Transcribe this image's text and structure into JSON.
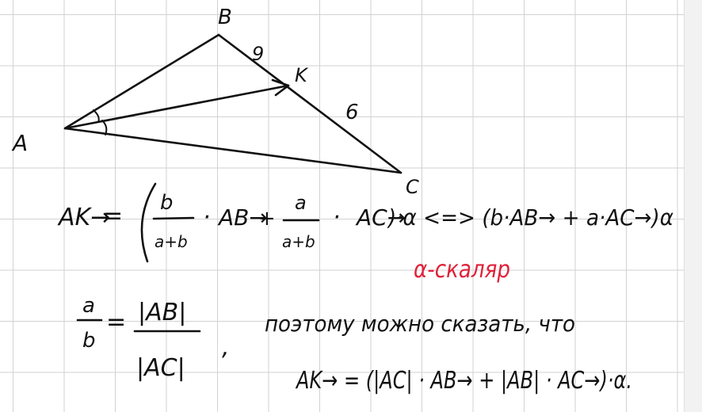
{
  "colors": {
    "ink": "#111111",
    "accent": "#e0213a",
    "grid": "#d2d2d2",
    "paper": "#ffffff"
  },
  "figure": {
    "vertex_A": "A",
    "vertex_B": "B",
    "vertex_C": "C",
    "point_K": "K",
    "segment_BK": "9",
    "segment_KC": "6"
  },
  "line1": {
    "lhs": "AK→",
    "eq": "=",
    "frac1_num": "b",
    "frac1_den": "a+b",
    "dot": "·",
    "vec_AB": "AB→",
    "plus": "+",
    "frac2_num": "a",
    "frac2_den": "a+b",
    "vec_AC": "AC→",
    "tail": ")·α <=> (b·AB→ + a·AC→)α"
  },
  "note_red": "α-скаляр",
  "line2": {
    "frac_num": "a",
    "frac_den": "b",
    "eq": "=",
    "abs_num": "|AB|",
    "abs_den": "|AC|",
    "comma": ",",
    "text": "поэтому можно сказать, что"
  },
  "line3": {
    "expr": "AK→ = (|AC| · AB→ + |AB| · AC→)·α."
  }
}
